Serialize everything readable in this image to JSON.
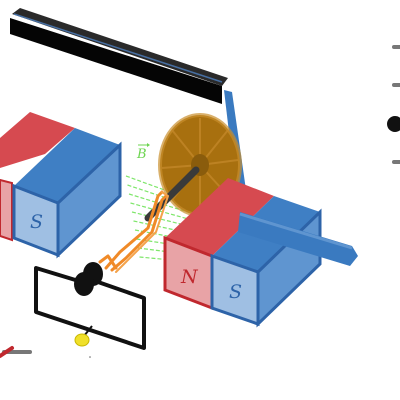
{
  "labels": {
    "left_magnet_south": "S",
    "right_magnet_north": "N",
    "right_magnet_south": "S",
    "magnetic_field": "B"
  },
  "colors": {
    "north_pole": "#e8a3a6",
    "south_pole": "#9fbfe3",
    "pole_label_north": "#c0282e",
    "pole_label_south": "#2d63a8",
    "field_lines": "#7ee66a",
    "coil_wire": "#f08a28",
    "axle": "#3a3a3a",
    "turbine_wheel": "#a8700f",
    "handle": "#111111",
    "drive_belt": "#3a7ac0",
    "circuit_wire": "#111111",
    "bulb": "#f0e02a"
  },
  "icons": {
    "bulb": "light-bulb-icon",
    "wheel": "water-wheel-icon",
    "slider_handle": "slider-knob-icon"
  }
}
